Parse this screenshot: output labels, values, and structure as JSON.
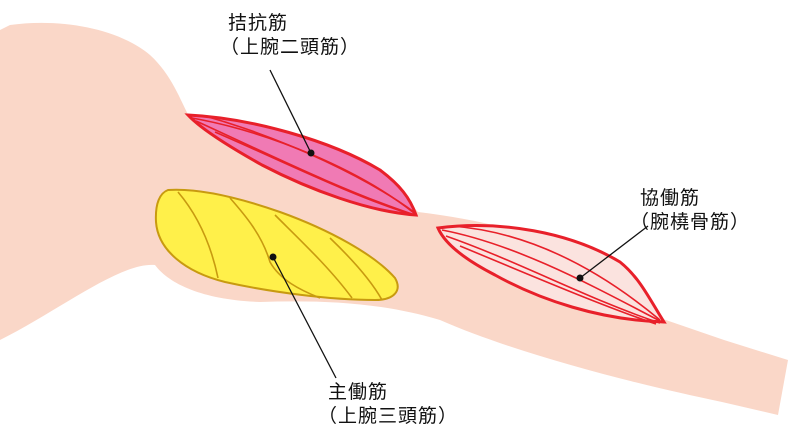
{
  "labels": {
    "antagonist": {
      "name": "拮抗筋",
      "detail": "（上腕二頭筋）"
    },
    "synergist": {
      "name": "協働筋",
      "detail": "（腕橈骨筋）"
    },
    "agonist": {
      "name": "主働筋",
      "detail": "（上腕三頭筋）"
    }
  },
  "colors": {
    "skin": "#fad7c8",
    "biceps_fill": "#f07ab4",
    "triceps_fill": "#fff04a",
    "brachioradialis_fill": "#fbe3df",
    "muscle_outline": "#e8202a",
    "triceps_outline": "#c89a10",
    "leader_line": "#111111"
  }
}
